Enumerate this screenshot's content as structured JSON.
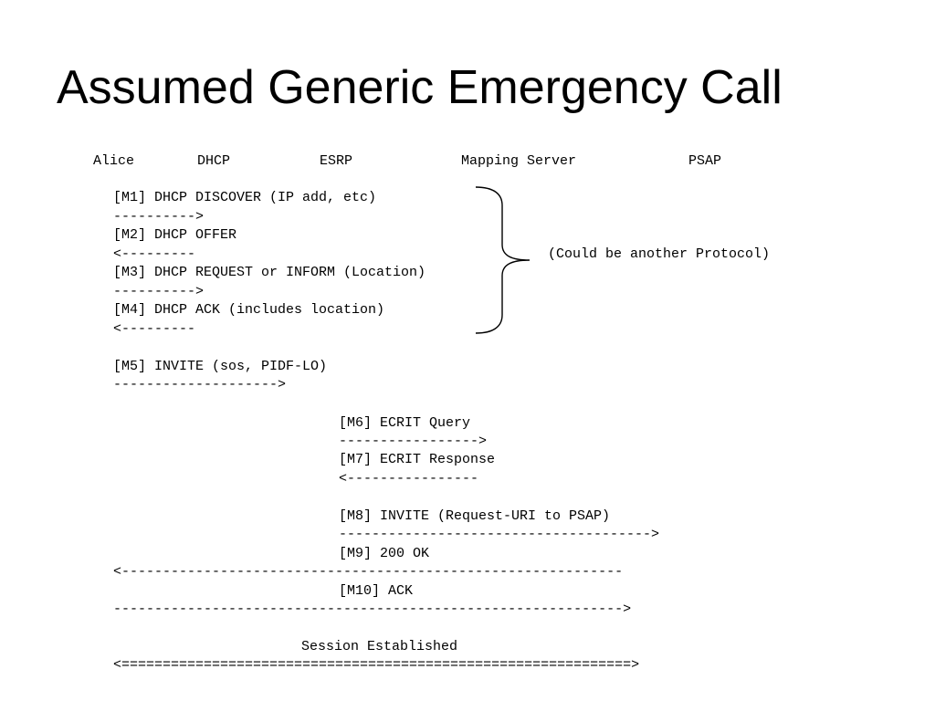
{
  "title": "Assumed Generic Emergency Call",
  "participants": [
    "Alice",
    "DHCP",
    "ESRP",
    "Mapping Server",
    "PSAP"
  ],
  "brace_note": "(Could be another Protocol)",
  "steps": [
    {
      "message": "[M1] DHCP DISCOVER (IP add, etc)",
      "arrow": "---------->"
    },
    {
      "message": "[M2] DHCP OFFER",
      "arrow": "<---------"
    },
    {
      "message": "[M3] DHCP REQUEST or INFORM (Location)",
      "arrow": "---------->"
    },
    {
      "message": "[M4] DHCP ACK (includes location)",
      "arrow": "<---------"
    },
    {
      "message": "[M5] INVITE (sos, PIDF-LO)",
      "arrow": "-------------------->"
    },
    {
      "message": "[M6] ECRIT Query",
      "arrow": "----------------->"
    },
    {
      "message": "[M7] ECRIT Response",
      "arrow": "<----------------"
    },
    {
      "message": "[M8] INVITE (Request-URI to PSAP)",
      "arrow": "-------------------------------------->"
    },
    {
      "message": "[M9] 200 OK",
      "arrow": "<-------------------------------------------------------------"
    },
    {
      "message": "[M10] ACK",
      "arrow": "-------------------------------------------------------------->"
    }
  ],
  "session": {
    "label": "Session Established",
    "arrow": "<==============================================================>"
  }
}
